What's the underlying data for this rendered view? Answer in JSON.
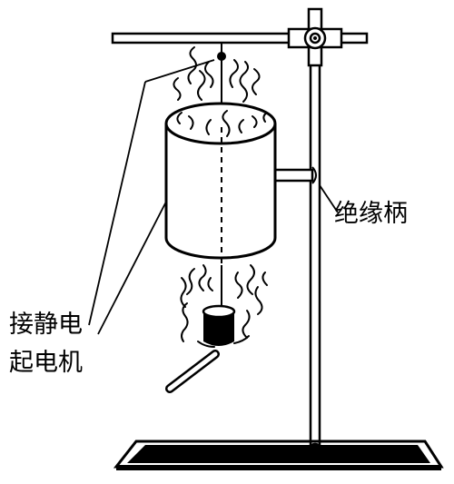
{
  "labels": {
    "insulating_handle": "绝缘柄",
    "generator_line1": "接静电",
    "generator_line2": "起电机"
  },
  "colors": {
    "ink": "#000000",
    "paper": "#ffffff"
  }
}
